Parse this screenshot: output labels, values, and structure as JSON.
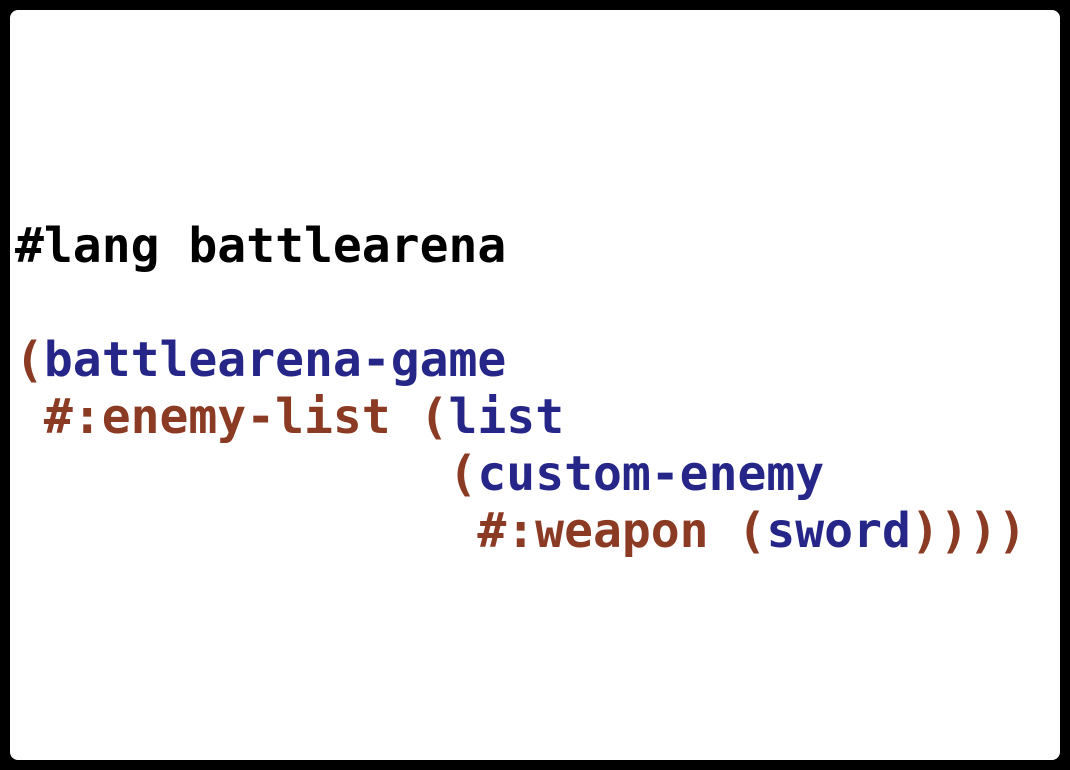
{
  "colors": {
    "plain": "#000000",
    "paren": "#8b3a23",
    "keyword": "#8b3a23",
    "identifier": "#262689",
    "background": "#ffffff",
    "frame": "#000000"
  },
  "code_lines": [
    [
      {
        "text": "#lang battlearena",
        "kind": "plain"
      }
    ],
    [],
    [
      {
        "text": "(",
        "kind": "paren"
      },
      {
        "text": "battlearena-game",
        "kind": "identifier"
      }
    ],
    [
      {
        "text": " ",
        "kind": "plain"
      },
      {
        "text": "#:enemy-list",
        "kind": "keyword"
      },
      {
        "text": " ",
        "kind": "plain"
      },
      {
        "text": "(",
        "kind": "paren"
      },
      {
        "text": "list",
        "kind": "identifier"
      }
    ],
    [
      {
        "text": "               ",
        "kind": "plain"
      },
      {
        "text": "(",
        "kind": "paren"
      },
      {
        "text": "custom-enemy",
        "kind": "identifier"
      }
    ],
    [
      {
        "text": "                ",
        "kind": "plain"
      },
      {
        "text": "#:weapon",
        "kind": "keyword"
      },
      {
        "text": " ",
        "kind": "plain"
      },
      {
        "text": "(",
        "kind": "paren"
      },
      {
        "text": "sword",
        "kind": "identifier"
      },
      {
        "text": "))))",
        "kind": "paren"
      }
    ]
  ]
}
